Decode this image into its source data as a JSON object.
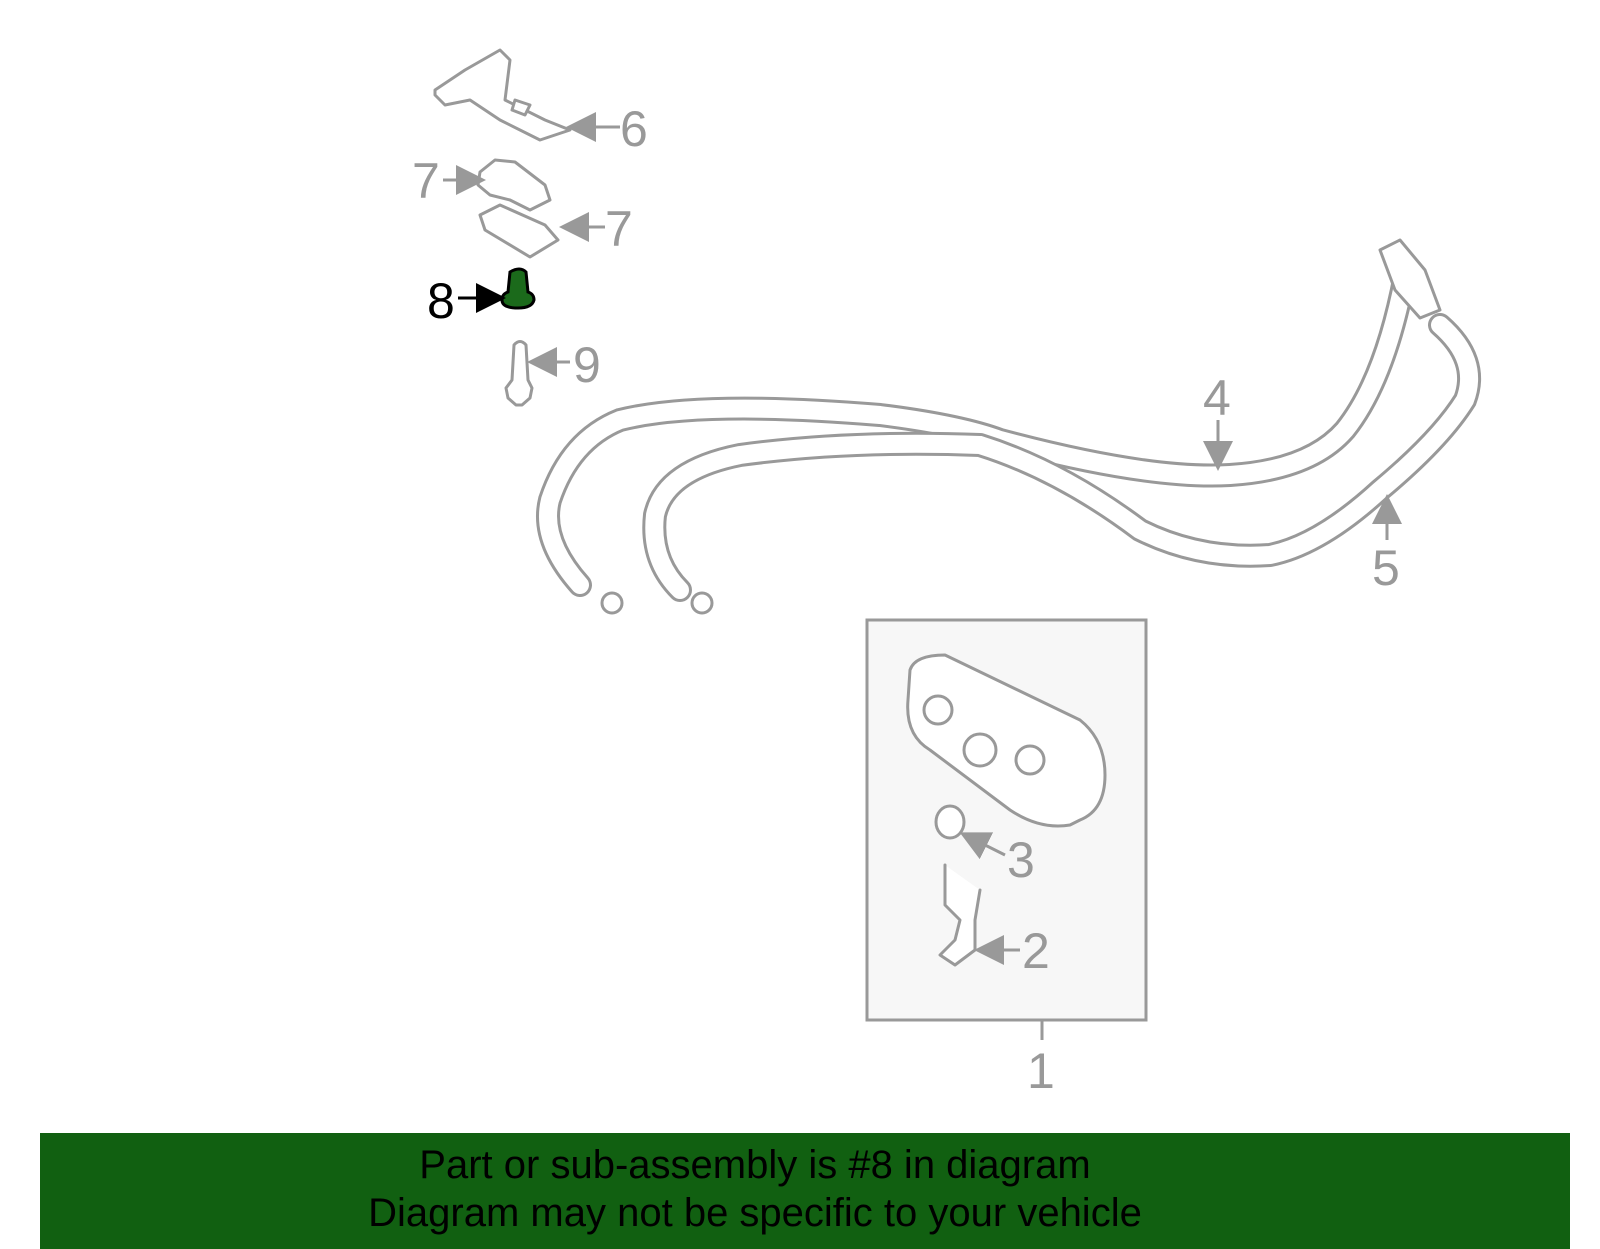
{
  "diagram": {
    "highlight_color": "#1b6a1b",
    "callouts": [
      {
        "id": "1",
        "label": "1"
      },
      {
        "id": "2",
        "label": "2"
      },
      {
        "id": "3",
        "label": "3"
      },
      {
        "id": "4",
        "label": "4"
      },
      {
        "id": "5",
        "label": "5"
      },
      {
        "id": "6",
        "label": "6"
      },
      {
        "id": "7a",
        "label": "7"
      },
      {
        "id": "7b",
        "label": "7"
      },
      {
        "id": "8",
        "label": "8",
        "highlighted": true
      },
      {
        "id": "9",
        "label": "9"
      }
    ]
  },
  "banner": {
    "color": "#116011",
    "line1": "Part or sub-assembly is #8 in diagram",
    "line2": "Diagram may not be specific to your vehicle"
  }
}
